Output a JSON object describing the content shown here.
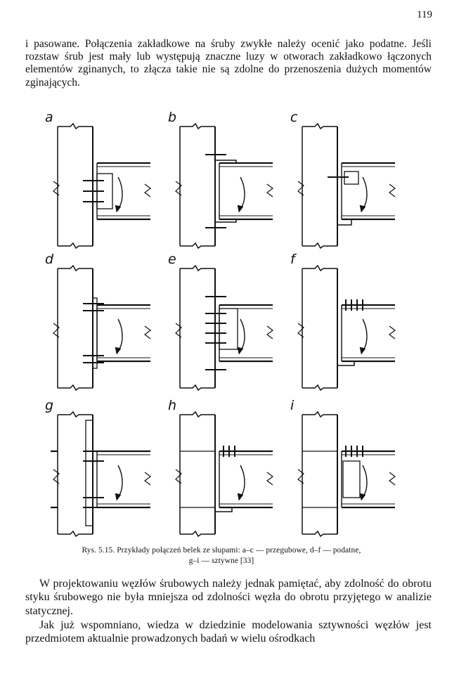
{
  "page_number": "119",
  "paragraphs": [
    "i pasowane. Połączenia zakładkowe na śruby zwykłe należy ocenić jako podatne. Jeśli rozstaw śrub jest mały lub występują znaczne luzy w otworach zakładkowo łączonych elementów zginanych, to złącza takie nie są zdolne do przenoszenia dużych momentów zginających.",
    "W projektowaniu węzłów śrubowych należy jednak pamiętać, aby zdolność do obrotu styku śrubowego nie była mniejsza od zdolności węzła do obrotu przyjętego w analizie statycznej.",
    "Jak już wspomniano, wiedza w dziedzinie modelowania sztywności węzłów jest przedmiotem aktualnie prowadzonych badań w wielu ośrodkach"
  ],
  "figure": {
    "panel_labels": [
      "a",
      "b",
      "c",
      "d",
      "e",
      "f",
      "g",
      "h",
      "i"
    ],
    "caption_line1": "Rys. 5.15. Przykłady połączeń belek ze słupami: a–c — przegubowe, d–f — podatne,",
    "caption_line2": "g–i — sztywne [33]"
  }
}
